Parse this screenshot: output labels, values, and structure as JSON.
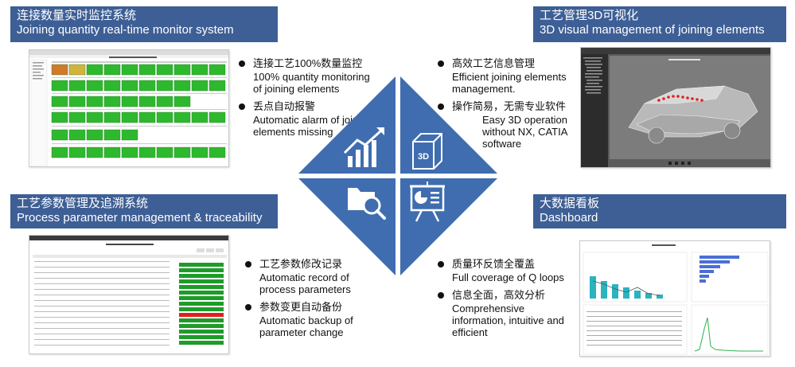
{
  "quadrants": {
    "top_left": {
      "title_cn": "连接数量实时监控系统",
      "title_en": "Joining quantity real-time monitor system",
      "bullets": [
        {
          "cn": "连接工艺100%数量监控",
          "en": "100% quantity monitoring of joining elements"
        },
        {
          "cn": "丢点自动报警",
          "en": "Automatic alarm of joining elements missing"
        }
      ]
    },
    "top_right": {
      "title_cn": "工艺管理3D可视化",
      "title_en": "3D visual management of joining elements",
      "bullets": [
        {
          "cn": "高效工艺信息管理",
          "en": "Efficient joining elements management."
        },
        {
          "cn": "操作简易，无需专业软件",
          "en": "Easy 3D operation without NX, CATIA software"
        }
      ]
    },
    "bottom_left": {
      "title_cn": "工艺参数管理及追溯系统",
      "title_en": "Process parameter management & traceability",
      "bullets": [
        {
          "cn": "工艺参数修改记录",
          "en": "Automatic record of process parameters"
        },
        {
          "cn": "参数变更自动备份",
          "en": "Automatic backup of parameter change"
        }
      ]
    },
    "bottom_right": {
      "title_cn": "大数据看板",
      "title_en": "Dashboard",
      "bullets": [
        {
          "cn": "质量环反馈全覆盖",
          "en": "Full coverage of Q loops"
        },
        {
          "cn": "信息全面，高效分析",
          "en": "Comprehensive information, intuitive and efficient"
        }
      ]
    }
  },
  "center": {
    "icon_3d_label": "3D",
    "colors": {
      "diamond": "#3f6db0",
      "banner": "#3e5f95"
    }
  }
}
